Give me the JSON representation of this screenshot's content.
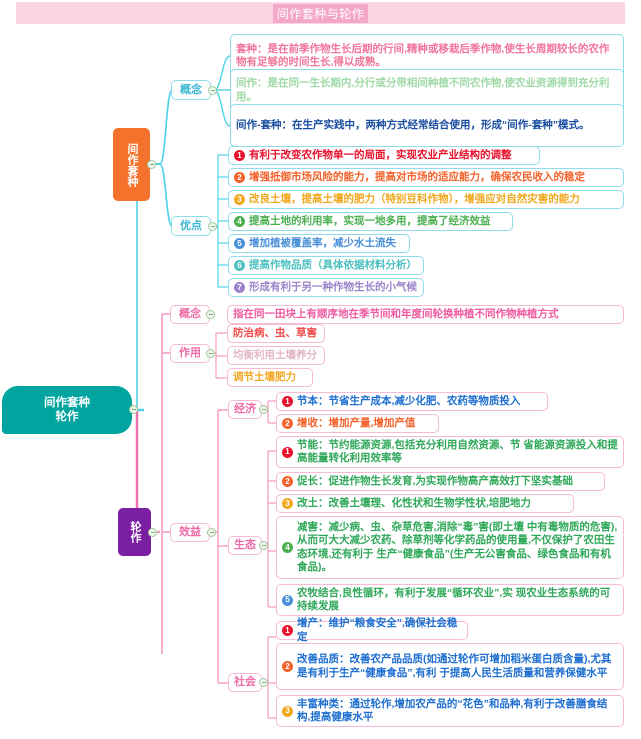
{
  "title": {
    "text": "间作套种与轮作"
  },
  "root": {
    "label": "间作套种\n轮作",
    "color": "#00a5a0"
  },
  "branches": {
    "intercropping": {
      "label": "间作套种",
      "color": "#f4722b",
      "concept_label": "概念",
      "advantages_label": "优点",
      "concepts": [
        {
          "text": "套种：是在前季作物生长后期的行间,精种或移栽后季作物,使生长周期较长的农作物有足够的时间生长,得以成熟。",
          "color": "#f2759a"
        },
        {
          "text": "间作：是在同一生长期内,分行或分带相间种植不同农作物,使农业资源得到充分利用。",
          "color": "#9fd9a6"
        },
        {
          "text": "间作-套种：在生产实践中，两种方式经常结合使用，形成“间作-套种”模式。",
          "color": "#1a4fa0"
        }
      ],
      "advantages": [
        {
          "num": "❶",
          "text": "有利于改变农作物单一的局面，实现农业产业结构的调整",
          "color": "#e8112d"
        },
        {
          "num": "❷",
          "text": "增强抵御市场风险的能力，提高对市场的适应能力，确保农民收入的稳定",
          "color": "#f4622b"
        },
        {
          "num": "❸",
          "text": "改良土壤，提高土壤的肥力（特别豆科作物），增强应对自然灾害的能力",
          "color": "#f0a81e"
        },
        {
          "num": "❹",
          "text": "提高土地的利用率，实现一地多用，提高了经济效益",
          "color": "#4caf50"
        },
        {
          "num": "❺",
          "text": "增加植被覆盖率，减少水土流失",
          "color": "#4a90d9"
        },
        {
          "num": "❻",
          "text": "提高作物品质（具体依据材料分析）",
          "color": "#4bc0bf"
        },
        {
          "num": "❼",
          "text": "形成有利于另一种作物生长的小气候",
          "color": "#9b84c9"
        }
      ]
    },
    "rotation": {
      "label": "轮作",
      "color": "#7b1fa2",
      "concept_label": "概念",
      "function_label": "作用",
      "benefit_label": "效益",
      "concept": {
        "text": "指在同一田块上有顺序地在季节间和年度间轮换种植不同作物种植方式",
        "color": "#ef5ba0"
      },
      "functions": [
        {
          "text": "防治病、虫、草害",
          "color": "#ef4b4b"
        },
        {
          "text": "均衡利用土壤养分",
          "color": "#e3b8c6"
        },
        {
          "text": "调节土壤肥力",
          "color": "#f5a623"
        }
      ],
      "benefit_groups": [
        {
          "label": "经济",
          "items": [
            {
              "num": "❶",
              "text": "节本：节省生产成本,减少化肥、农药等物质投入",
              "color": "#1f6fd0"
            },
            {
              "num": "❷",
              "text": "增收：增加产量,增加产值",
              "color": "#f4622b"
            }
          ]
        },
        {
          "label": "生态",
          "items": [
            {
              "num": "❶",
              "text": "节能：节约能源资源,包括充分利用自然资源、节 省能源资源投入和提高能量转化利用效率等",
              "color": "#2fa85a"
            },
            {
              "num": "❷",
              "text": "促长：促进作物生长发育,为实现作物高产高效打下坚实基础",
              "color": "#2fa85a"
            },
            {
              "num": "❸",
              "text": "改土：改善土壤理、化性状和生物学性状,培肥地力",
              "color": "#2fa85a"
            },
            {
              "num": "❹",
              "text": "减害：减少病、虫、杂草危害,消除“毒”害(即土壤 中有毒物质的危害),从而可大大减少农药、除草剂等化学药品的使用量,不仅保护了农田生态环境,还有利于 生产“健康食品”(生产无公害食品、绿色食品和有机食品)。",
              "color": "#2fa85a"
            },
            {
              "num": "❺",
              "text": "农牧结合,良性循环，有利于发展“循环农业”,实 现农业生态系统的可持续发展",
              "color": "#2fa85a"
            }
          ]
        },
        {
          "label": "社会",
          "items": [
            {
              "num": "❶",
              "text": "增产：维护“粮食安全”,确保社会稳定",
              "color": "#1f6fd0"
            },
            {
              "num": "❷",
              "text": "改善品质：改善农产品品质(如通过轮作可增加稻米蛋白质含量),尤其是有利于生产“健康食品”,有利 于提高人民生活质量和营养保健水平",
              "color": "#1f6fd0"
            },
            {
              "num": "❸",
              "text": "丰富种类：通过轮作,增加农产品的“花色”和品种,有利于改善膳食结构,提高健康水平",
              "color": "#1f6fd0"
            }
          ]
        }
      ]
    }
  },
  "badge_colors": {
    "n1": "#e8112d",
    "n2": "#f4622b",
    "n3": "#f0a81e",
    "n4": "#4caf50",
    "n5": "#4a90d9",
    "n6": "#4bc0bf",
    "n7": "#9b84c9"
  },
  "link_colors": {
    "cyan": "#4ed2e8",
    "pink": "#f79ac2",
    "magenta": "#f06fb0"
  }
}
